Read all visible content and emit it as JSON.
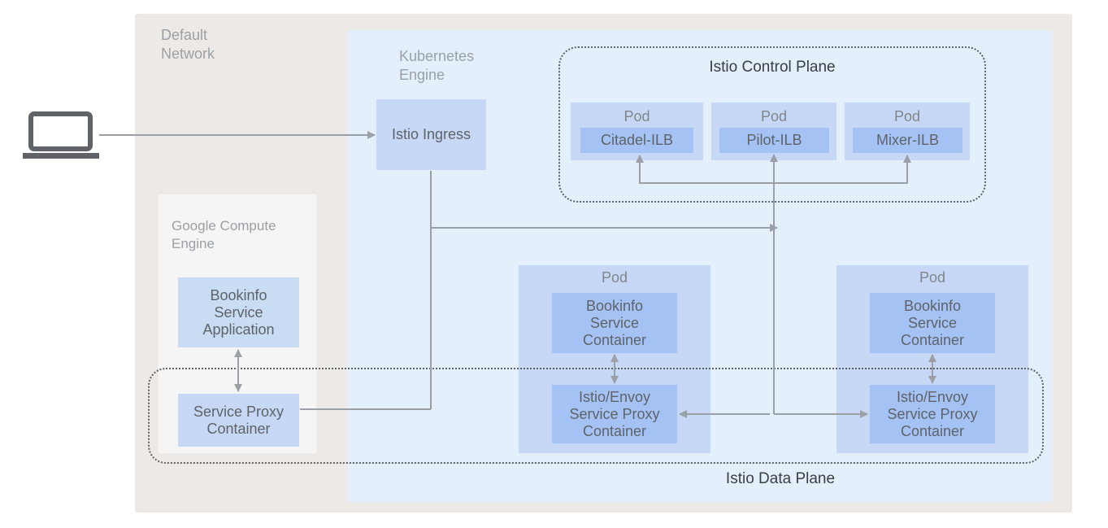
{
  "default_network": {
    "label": "Default\nNetwork"
  },
  "kubernetes_engine": {
    "label": "Kubernetes\nEngine"
  },
  "istio_ingress": {
    "label": "Istio Ingress"
  },
  "control_plane": {
    "title": "Istio Control Plane",
    "pods": [
      {
        "pod_label": "Pod",
        "component": "Citadel-ILB"
      },
      {
        "pod_label": "Pod",
        "component": "Pilot-ILB"
      },
      {
        "pod_label": "Pod",
        "component": "Mixer-ILB"
      }
    ]
  },
  "compute_engine": {
    "label": "Google Compute\nEngine",
    "app": "Bookinfo\nService\nApplication",
    "proxy": "Service Proxy\nContainer"
  },
  "data_pods": [
    {
      "pod_label": "Pod",
      "service": "Bookinfo\nService\nContainer",
      "proxy": "Istio/Envoy\nService Proxy\nContainer"
    },
    {
      "pod_label": "Pod",
      "service": "Bookinfo\nService\nContainer",
      "proxy": "Istio/Envoy\nService Proxy\nContainer"
    }
  ],
  "data_plane": {
    "title": "Istio Data Plane"
  },
  "colors": {
    "network_bg": "#ede9e6",
    "k8s_bg": "#e3effb",
    "gce_bg": "#f5f5f5",
    "pod_bg": "#c6d8f5",
    "inner_box": "#a4c2f4",
    "line": "#9aa0a6"
  },
  "icons": {
    "client": "laptop-icon"
  }
}
